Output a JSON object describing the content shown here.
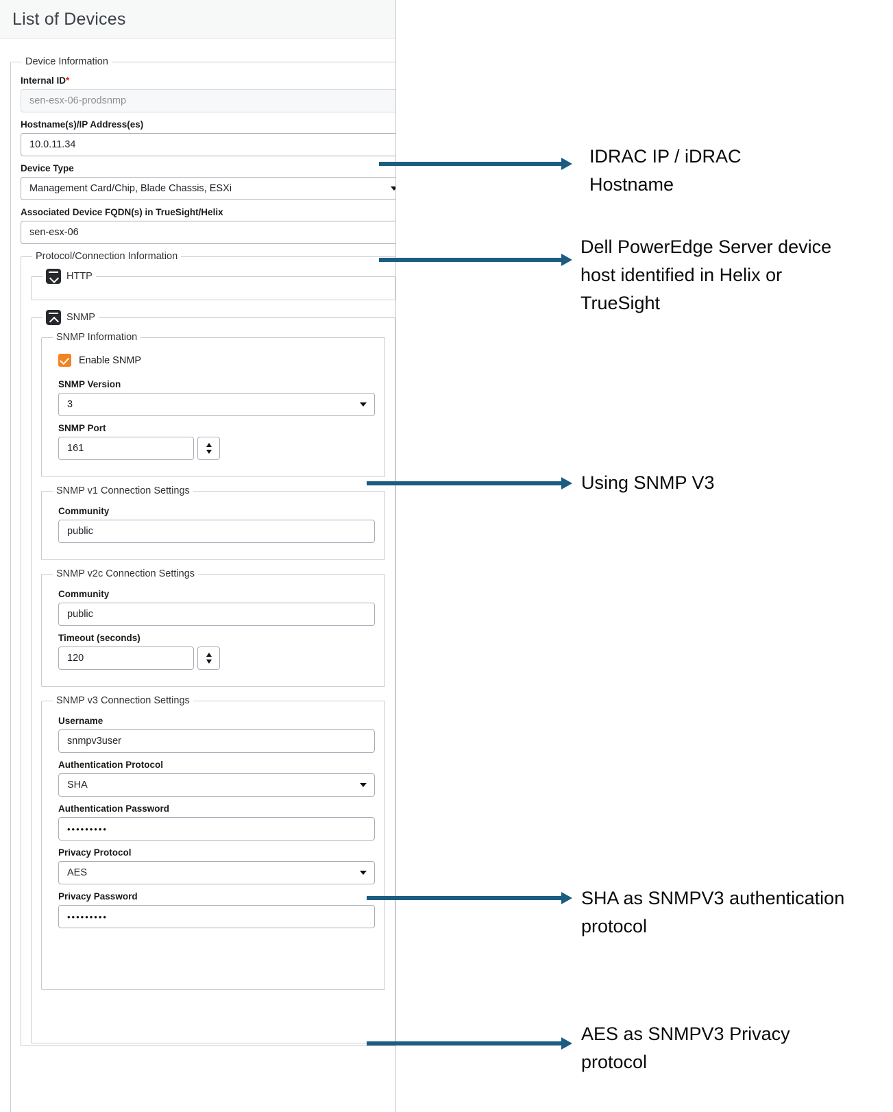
{
  "app": {
    "title": "List of Devices"
  },
  "device_information": {
    "legend": "Device Information",
    "internal_id": {
      "label": "Internal ID",
      "required_marker": "*",
      "value": "sen-esx-06-prodsnmp"
    },
    "hostname": {
      "label": "Hostname(s)/IP Address(es)",
      "value": "10.0.11.34"
    },
    "device_type": {
      "label": "Device Type",
      "value": "Management Card/Chip, Blade Chassis, ESXi"
    },
    "associated_fqdn": {
      "label": "Associated Device FQDN(s) in TrueSight/Helix",
      "value": "sen-esx-06"
    }
  },
  "protocol_connection": {
    "legend": "Protocol/Connection Information",
    "http": {
      "legend": "HTTP",
      "toggle_icon": "chevron-down-box-icon",
      "expanded": false
    },
    "snmp": {
      "legend": "SNMP",
      "toggle_icon": "chevron-up-box-icon",
      "expanded": true,
      "snmp_information": {
        "legend": "SNMP Information",
        "enable": {
          "label": "Enable SNMP",
          "checked": true,
          "color": "#f58220"
        },
        "version": {
          "label": "SNMP Version",
          "value": "3"
        },
        "port": {
          "label": "SNMP Port",
          "value": "161"
        }
      },
      "v1_settings": {
        "legend": "SNMP v1 Connection Settings",
        "community": {
          "label": "Community",
          "value": "public"
        }
      },
      "v2c_settings": {
        "legend": "SNMP v2c Connection Settings",
        "community": {
          "label": "Community",
          "value": "public"
        },
        "timeout": {
          "label": "Timeout (seconds)",
          "value": "120"
        }
      },
      "v3_settings": {
        "legend": "SNMP v3 Connection Settings",
        "username": {
          "label": "Username",
          "value": "snmpv3user"
        },
        "auth_protocol": {
          "label": "Authentication Protocol",
          "value": "SHA"
        },
        "auth_password": {
          "label": "Authentication Password",
          "value": "•••••••••"
        },
        "privacy_protocol": {
          "label": "Privacy Protocol",
          "value": "AES"
        },
        "privacy_password": {
          "label": "Privacy Password",
          "value": "•••••••••"
        }
      }
    }
  },
  "annotations": {
    "arrow_color": "#1b5c80",
    "items": [
      {
        "text": "IDRAC IP / iDRAC Hostname"
      },
      {
        "text": "Dell PowerEdge Server device host identified in Helix or TrueSight"
      },
      {
        "text": "Using SNMP V3"
      },
      {
        "text": "SHA as SNMPV3 authentication protocol"
      },
      {
        "text": "AES as SNMPV3 Privacy protocol"
      }
    ]
  }
}
